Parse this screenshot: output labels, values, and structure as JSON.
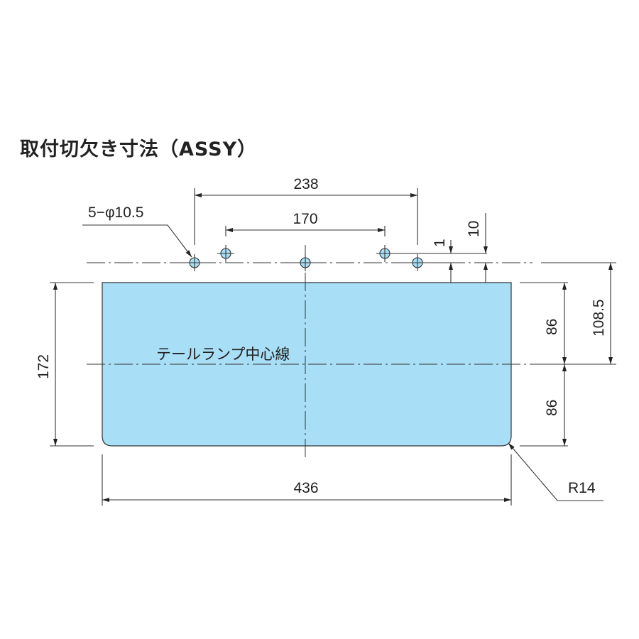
{
  "title": "取付切欠き寸法（ASSY）",
  "colors": {
    "cutout_fill": "#a8def6",
    "hole_fill": "#a8def6",
    "line": "#333333"
  },
  "labels": {
    "hole_spec": "5−φ10.5",
    "centerline": "テールランプ中心線",
    "radius": "R14"
  },
  "dimensions": {
    "outer_hole_pitch": "238",
    "inner_hole_pitch": "170",
    "hole_offset_small": "1",
    "hole_offset_top": "10",
    "total_height_from_holes": "108.5",
    "upper_half": "86",
    "lower_half": "86",
    "height": "172",
    "width": "436"
  }
}
